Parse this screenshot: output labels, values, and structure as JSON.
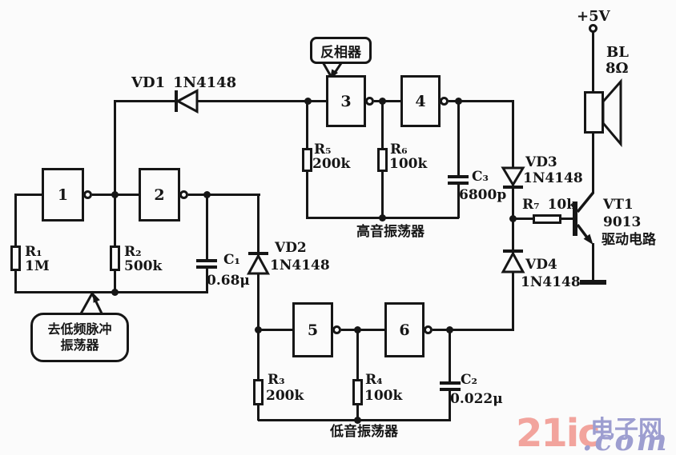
{
  "ink_color": "#161616",
  "paper_color": "#fbfbfb",
  "supply": {
    "label": "+5V"
  },
  "speaker": {
    "name": "BL",
    "impedance": "8Ω"
  },
  "transistor": {
    "name": "VT1",
    "model": "9013",
    "note": "驱动电路"
  },
  "gates": {
    "g1": "1",
    "g2": "2",
    "g3": "3",
    "g4": "4",
    "g5": "5",
    "g6": "6"
  },
  "diodes": {
    "vd1": {
      "name": "VD1",
      "model": "1N4148"
    },
    "vd2": {
      "name": "VD2",
      "model": "1N4148"
    },
    "vd3": {
      "name": "VD3",
      "model": "1N4148"
    },
    "vd4": {
      "name": "VD4",
      "model": "1N4148"
    }
  },
  "resistors": {
    "r1": {
      "name": "R₁",
      "value": "1M"
    },
    "r2": {
      "name": "R₂",
      "value": "500k"
    },
    "r3": {
      "name": "R₃",
      "value": "200k"
    },
    "r4": {
      "name": "R₄",
      "value": "100k"
    },
    "r5": {
      "name": "R₅",
      "value": "200k"
    },
    "r6": {
      "name": "R₆",
      "value": "100k"
    },
    "r7": {
      "name": "R₇",
      "value": "10k"
    }
  },
  "capacitors": {
    "c1": {
      "name": "C₁",
      "value": "0.68μ"
    },
    "c2": {
      "name": "C₂",
      "value": "0.022μ"
    },
    "c3": {
      "name": "C₃",
      "value": "6800p"
    }
  },
  "callouts": {
    "inverter": "反相器",
    "to_lf_pulse_line1": "去低频脉冲",
    "to_lf_pulse_line2": "振荡器"
  },
  "sections": {
    "high_osc": "高音振荡器",
    "low_osc": "低音振荡器"
  },
  "watermark": {
    "brand": "21ic",
    "site_cn": "电子网",
    "tld": ".com",
    "brand_color": "#f2a49d",
    "accent_color": "#9d9ed0"
  }
}
